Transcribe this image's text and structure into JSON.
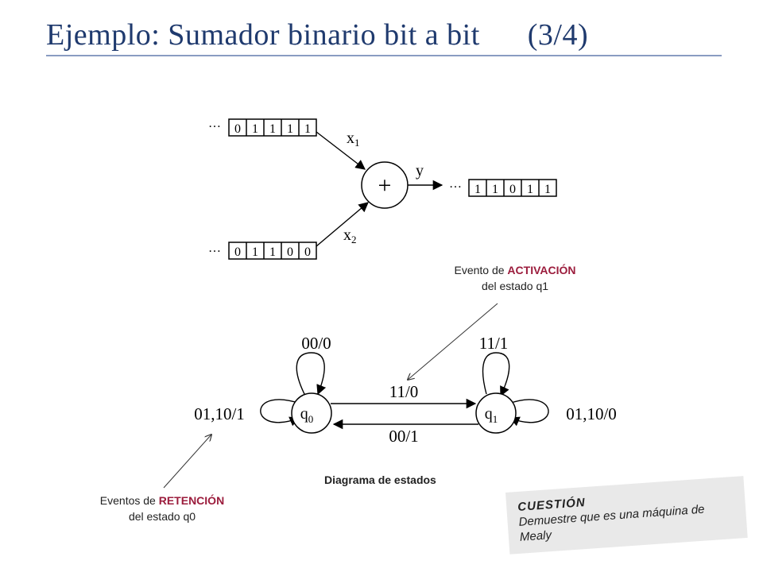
{
  "slide": {
    "title": "Ejemplo: Sumador binario bit a bit      (3/4)"
  },
  "adder": {
    "x1_bits": [
      "0",
      "1",
      "1",
      "1",
      "1"
    ],
    "x2_bits": [
      "0",
      "1",
      "1",
      "0",
      "0"
    ],
    "y_bits": [
      "1",
      "1",
      "0",
      "1",
      "1"
    ],
    "ellipsis": "…",
    "x1_label": "x",
    "x1_sub": "1",
    "x2_label": "x",
    "x2_sub": "2",
    "y_label": "y",
    "operator": "+"
  },
  "state_diagram": {
    "q0_label": "q",
    "q0_sub": "0",
    "q1_label": "q",
    "q1_sub": "1",
    "q0_self_top": "00/0",
    "q0_self_left": "01,10/1",
    "q1_self_top": "11/1",
    "q1_self_right": "01,10/0",
    "q0_to_q1": "11/0",
    "q1_to_q0": "00/1",
    "caption": "Diagrama de estados"
  },
  "notes": {
    "activation": {
      "pre": "Evento de ",
      "highlight": "ACTIVACIÓN",
      "line2": "del estado q1"
    },
    "retention": {
      "pre": "Eventos de ",
      "highlight": "RETENCIÓN",
      "line2": "del estado q0"
    }
  },
  "question": {
    "heading": "CUESTIÓN",
    "text": "Demuestre que es una máquina de Mealy"
  },
  "colors": {
    "title": "#1f3a6e",
    "highlight": "#9b1c3c",
    "question_bg": "#e9e9e9"
  }
}
